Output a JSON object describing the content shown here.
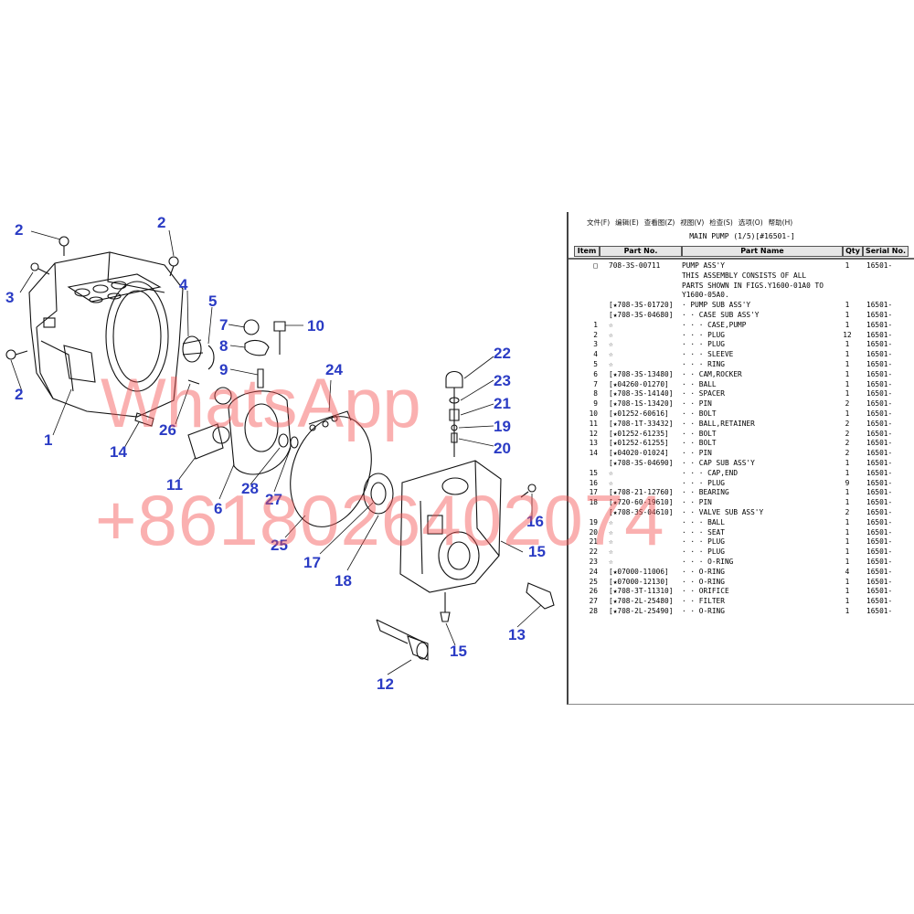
{
  "menu": [
    "文件(F)",
    "编辑(E)",
    "查看图(Z)",
    "视图(V)",
    "检查(S)",
    "选项(O)",
    "帮助(H)"
  ],
  "panel_title": "MAIN PUMP (1/5)[#16501-]",
  "table": {
    "headers": [
      "Item",
      "Part No.",
      "Part Name",
      "Qty",
      "Serial No."
    ],
    "rows": [
      {
        "item": "□",
        "part": "708-3S-00711",
        "name": "PUMP ASS'Y",
        "qty": "1",
        "serial": "16501-"
      },
      {
        "item": "",
        "part": "",
        "name": "THIS ASSEMBLY CONSISTS OF ALL",
        "qty": "",
        "serial": ""
      },
      {
        "item": "",
        "part": "",
        "name": "PARTS SHOWN IN FIGS.Y1600-01A0 TO",
        "qty": "",
        "serial": ""
      },
      {
        "item": "",
        "part": "",
        "name": "Y1600-05A0.",
        "qty": "",
        "serial": ""
      },
      {
        "item": "",
        "part": "[★708-3S-01720]",
        "name": "· PUMP SUB ASS'Y",
        "qty": "1",
        "serial": "16501-"
      },
      {
        "item": "",
        "part": "[★708-3S-04680]",
        "name": "· · CASE SUB ASS'Y",
        "qty": "1",
        "serial": "16501-"
      },
      {
        "item": "1",
        "part": "☆",
        "name": "· · · CASE,PUMP",
        "qty": "1",
        "serial": "16501-"
      },
      {
        "item": "2",
        "part": "☆",
        "name": "· · · PLUG",
        "qty": "12",
        "serial": "16501-"
      },
      {
        "item": "3",
        "part": "☆",
        "name": "· · · PLUG",
        "qty": "1",
        "serial": "16501-"
      },
      {
        "item": "4",
        "part": "☆",
        "name": "· · · SLEEVE",
        "qty": "1",
        "serial": "16501-"
      },
      {
        "item": "5",
        "part": "☆",
        "name": "· · · RING",
        "qty": "1",
        "serial": "16501-"
      },
      {
        "item": "6",
        "part": "[★708-3S-13480]",
        "name": "· · CAM,ROCKER",
        "qty": "1",
        "serial": "16501-"
      },
      {
        "item": "7",
        "part": "[★04260-01270]",
        "name": "· · BALL",
        "qty": "1",
        "serial": "16501-"
      },
      {
        "item": "8",
        "part": "[★708-3S-14140]",
        "name": "· · SPACER",
        "qty": "1",
        "serial": "16501-"
      },
      {
        "item": "9",
        "part": "[★708-1S-13420]",
        "name": "· · PIN",
        "qty": "2",
        "serial": "16501-"
      },
      {
        "item": "10",
        "part": "[★01252-60616]",
        "name": "· · BOLT",
        "qty": "1",
        "serial": "16501-"
      },
      {
        "item": "11",
        "part": "[★708-1T-33432]",
        "name": "· · BALL,RETAINER",
        "qty": "2",
        "serial": "16501-"
      },
      {
        "item": "12",
        "part": "[★01252-61235]",
        "name": "· · BOLT",
        "qty": "2",
        "serial": "16501-"
      },
      {
        "item": "13",
        "part": "[★01252-61255]",
        "name": "· · BOLT",
        "qty": "2",
        "serial": "16501-"
      },
      {
        "item": "14",
        "part": "[★04020-01024]",
        "name": "· · PIN",
        "qty": "2",
        "serial": "16501-"
      },
      {
        "item": "",
        "part": "[★708-3S-04690]",
        "name": "· · CAP SUB ASS'Y",
        "qty": "1",
        "serial": "16501-"
      },
      {
        "item": "15",
        "part": "☆",
        "name": "· · · CAP,END",
        "qty": "1",
        "serial": "16501-"
      },
      {
        "item": "16",
        "part": "☆",
        "name": "· · · PLUG",
        "qty": "9",
        "serial": "16501-"
      },
      {
        "item": "17",
        "part": "[★708-21-12760]",
        "name": "· · BEARING",
        "qty": "1",
        "serial": "16501-"
      },
      {
        "item": "18",
        "part": "[★720-60-19610]",
        "name": "· · PIN",
        "qty": "1",
        "serial": "16501-"
      },
      {
        "item": "",
        "part": "[★708-3S-04610]",
        "name": "· · VALVE SUB ASS'Y",
        "qty": "2",
        "serial": "16501-"
      },
      {
        "item": "19",
        "part": "☆",
        "name": "· · · BALL",
        "qty": "1",
        "serial": "16501-"
      },
      {
        "item": "20",
        "part": "☆",
        "name": "· · · SEAT",
        "qty": "1",
        "serial": "16501-"
      },
      {
        "item": "21",
        "part": "☆",
        "name": "· · · PLUG",
        "qty": "1",
        "serial": "16501-"
      },
      {
        "item": "22",
        "part": "☆",
        "name": "· · · PLUG",
        "qty": "1",
        "serial": "16501-"
      },
      {
        "item": "23",
        "part": "☆",
        "name": "· · · O-RING",
        "qty": "1",
        "serial": "16501-"
      },
      {
        "item": "24",
        "part": "[★07000-11006]",
        "name": "· · O-RING",
        "qty": "4",
        "serial": "16501-"
      },
      {
        "item": "25",
        "part": "[★07000-12130]",
        "name": "· · O-RING",
        "qty": "1",
        "serial": "16501-"
      },
      {
        "item": "26",
        "part": "[★708-3T-11310]",
        "name": "· · ORIFICE",
        "qty": "1",
        "serial": "16501-"
      },
      {
        "item": "27",
        "part": "[★708-2L-25480]",
        "name": "· · FILTER",
        "qty": "1",
        "serial": "16501-"
      },
      {
        "item": "28",
        "part": "[★708-2L-25490]",
        "name": "· · O-RING",
        "qty": "1",
        "serial": "16501-"
      }
    ]
  },
  "callouts": [
    "2",
    "2",
    "3",
    "2",
    "4",
    "5",
    "7",
    "8",
    "9",
    "10",
    "1",
    "14",
    "26",
    "11",
    "6",
    "28",
    "27",
    "24",
    "25",
    "22",
    "23",
    "21",
    "19",
    "20",
    "17",
    "18",
    "16",
    "15",
    "13",
    "15",
    "12"
  ],
  "watermark": {
    "line1": "WhatsApp",
    "line2": "+8618026402074",
    "color": "#f25050"
  },
  "colors": {
    "callout": "#2a3bc4",
    "drawing_line": "#111111"
  }
}
